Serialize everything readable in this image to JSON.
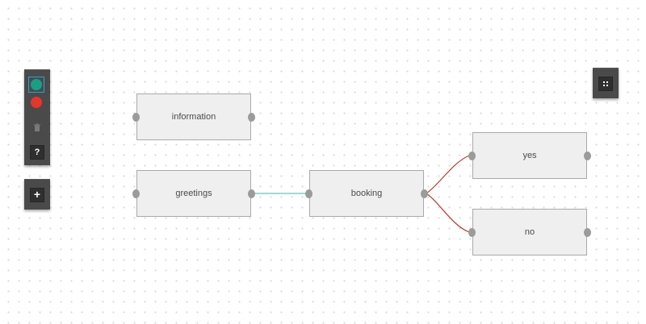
{
  "toolbar": {
    "help_label": "?",
    "add_label": "+",
    "colors": {
      "teal": "#16a085",
      "red": "#e7352b",
      "panel": "#4a4a4a"
    },
    "icons": [
      "trash-icon",
      "grid-layout-icon"
    ]
  },
  "nodes": {
    "information": "information",
    "greetings": "greetings",
    "booking": "booking",
    "yes": "yes",
    "no": "no"
  },
  "connections": [
    {
      "from": "greetings",
      "to": "booking",
      "color": "#5fc4c4"
    },
    {
      "from": "booking",
      "to": "yes",
      "color": "#c0392b"
    },
    {
      "from": "booking",
      "to": "no",
      "color": "#c0392b"
    }
  ]
}
